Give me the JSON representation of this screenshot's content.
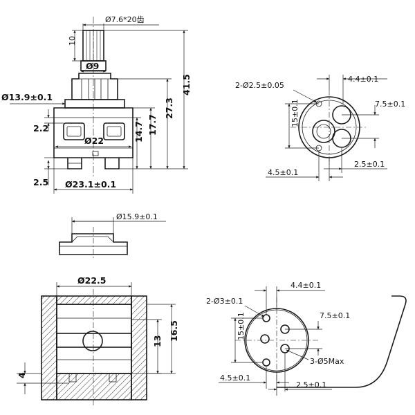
{
  "top_left_view": {
    "spline_dia": "Ø7.6*20齿",
    "spline_height": "10",
    "stem_dia": "Ø9",
    "body_dia": "Ø13.9±0.1",
    "total_height": "41.5",
    "upper_height": "27.3",
    "dim_2_2": "2.2",
    "inner_dia": "Ø22",
    "h_14_7": "14.7",
    "h_17_7": "17.7",
    "dim_2_5": "2.5",
    "base_dia": "Ø23.1±0.1"
  },
  "top_right_view": {
    "holes": "2-Ø2.5±0.05",
    "d_4_4": "4.4±0.1",
    "d_7_5": "7.5±0.1",
    "d_15": "15±0.1",
    "d_2_5": "2.5±0.1",
    "d_4_5": "4.5±0.1"
  },
  "middle_view": {
    "dia": "Ø15.9±0.1"
  },
  "bottom_left_view": {
    "dia": "Ø22.5",
    "h_13": "13",
    "h_16_5": "16.5",
    "h_4": "4"
  },
  "bottom_right_view": {
    "holes": "2-Ø3±0.1",
    "d_4_4": "4.4±0.1",
    "d_7_5": "7.5±0.1",
    "d_15": "15±0.1",
    "ports": "3-Ø5Max",
    "d_4_5": "4.5±0.1",
    "d_2_5": "2.5±0.1"
  }
}
